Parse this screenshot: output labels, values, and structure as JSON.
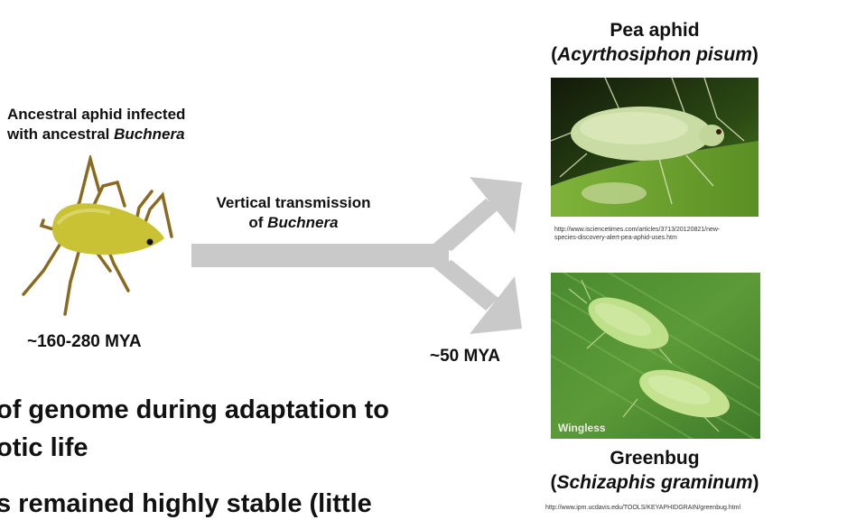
{
  "ancestor": {
    "label_line1": "Ancestral aphid infected",
    "label_line2_prefix": "with ancestral ",
    "label_line2_italic": "Buchnera",
    "age": "~160-280 MYA"
  },
  "transmission": {
    "line1": "Vertical transmission",
    "line2_prefix": "of ",
    "line2_italic": "Buchnera",
    "split_age": "~50 MYA"
  },
  "pea_aphid": {
    "common_name": "Pea aphid",
    "sci_open": "(",
    "sci_name": "Acyrthosiphon pisum",
    "sci_close": ")",
    "url_line1": "http://www.isciencetimes.com/articles/3713/20120821/new-",
    "url_line2": "species-discovery-alert-pea-aphid-uses.htm"
  },
  "greenbug": {
    "common_name": "Greenbug",
    "sci_open": "(",
    "sci_name": "Schizaphis graminum",
    "sci_close": ")",
    "watermark": "Wingless",
    "url": "http://www.ipm.ucdavis.edu/TOOLS/KEYAPHIDGRAIN/greenbug.html"
  },
  "bullets": {
    "line1": "of genome during adaptation to",
    "line2": "otic life",
    "line3": "s remained highly stable (little"
  },
  "colors": {
    "arrow": "#c9c9c9",
    "aphid_body": "#c9c234",
    "aphid_legs": "#8a6a1e",
    "photo_bg_dark": "#1e2a10",
    "photo_bg_leaf": "#4f8a2a"
  }
}
